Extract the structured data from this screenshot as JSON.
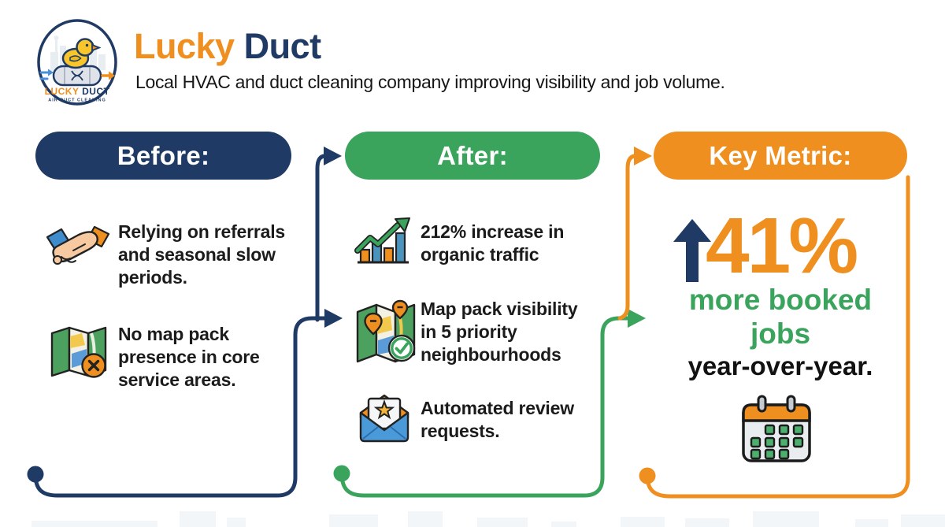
{
  "brand": {
    "name_accent": "Lucky",
    "name_rest": " Duct",
    "tagline": "Local HVAC and duct cleaning company improving visibility and job volume.",
    "logo_title_accent": "LUCKY ",
    "logo_title_rest": "DUCT",
    "logo_subtitle": "AIR DUCT CLEANING"
  },
  "before": {
    "label": "Before:",
    "items": [
      {
        "icon": "handshake-icon",
        "text": "Relying on referrals\nand seasonal slow\nperiods."
      },
      {
        "icon": "map-x-icon",
        "text": "No map pack\npresence in core\nservice areas."
      }
    ]
  },
  "after": {
    "label": "After:",
    "items": [
      {
        "icon": "growth-chart-icon",
        "text": "212% increase in\norganic traffic"
      },
      {
        "icon": "map-pins-check-icon",
        "text": "Map pack visibility\nin 5 priority\nneighbourhoods"
      },
      {
        "icon": "review-envelope-icon",
        "text": "Automated review\nrequests."
      }
    ]
  },
  "key_metric": {
    "label": "Key Metric:",
    "value": "41%",
    "description": "more booked\njobs",
    "timeframe": "year-over-year."
  },
  "colors": {
    "navy": "#1f3a64",
    "green": "#3aa35c",
    "orange": "#ef8f1f",
    "ink": "#1b1b1b"
  }
}
